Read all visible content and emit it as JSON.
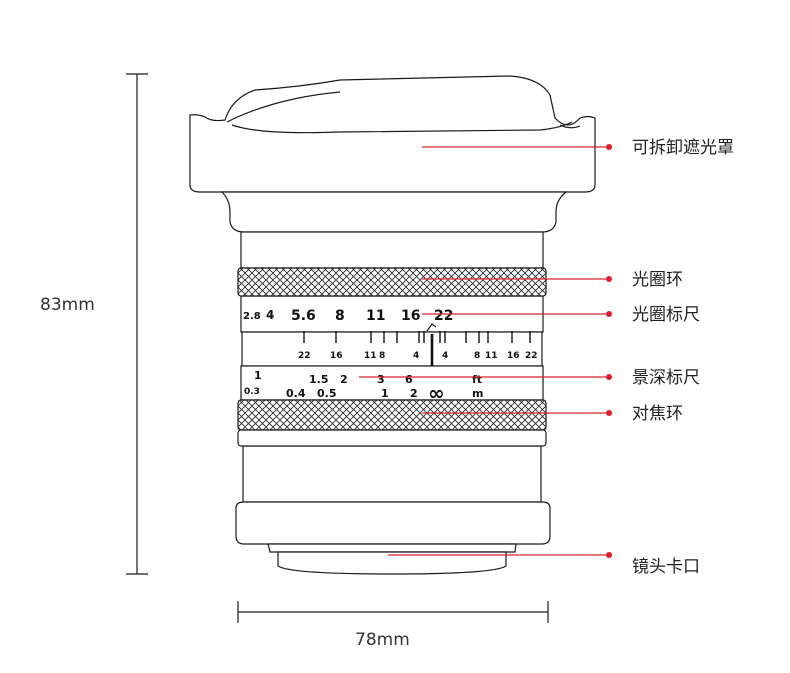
{
  "dimensions": {
    "height": "83mm",
    "width": "78mm"
  },
  "callouts": [
    {
      "label": "可拆卸遮光罩"
    },
    {
      "label": "光圈环"
    },
    {
      "label": "光圈标尺"
    },
    {
      "label": "景深标尺"
    },
    {
      "label": "对焦环"
    },
    {
      "label": "镜头卡口"
    }
  ],
  "aperture_scale": [
    "2.8",
    "4",
    "5.6",
    "8",
    "11",
    "16",
    "22"
  ],
  "dof_scale": [
    "22",
    "16",
    "11",
    "8",
    "4",
    "4",
    "8",
    "11",
    "16",
    "22"
  ],
  "distance_ft": [
    "1",
    "1.5",
    "2",
    "3",
    "6",
    "ft"
  ],
  "distance_m": [
    "0.3",
    "0.4",
    "0.5",
    "1",
    "2",
    "∞",
    "m"
  ],
  "colors": {
    "accent": "#d9202f",
    "outline": "#1a1a1a"
  }
}
